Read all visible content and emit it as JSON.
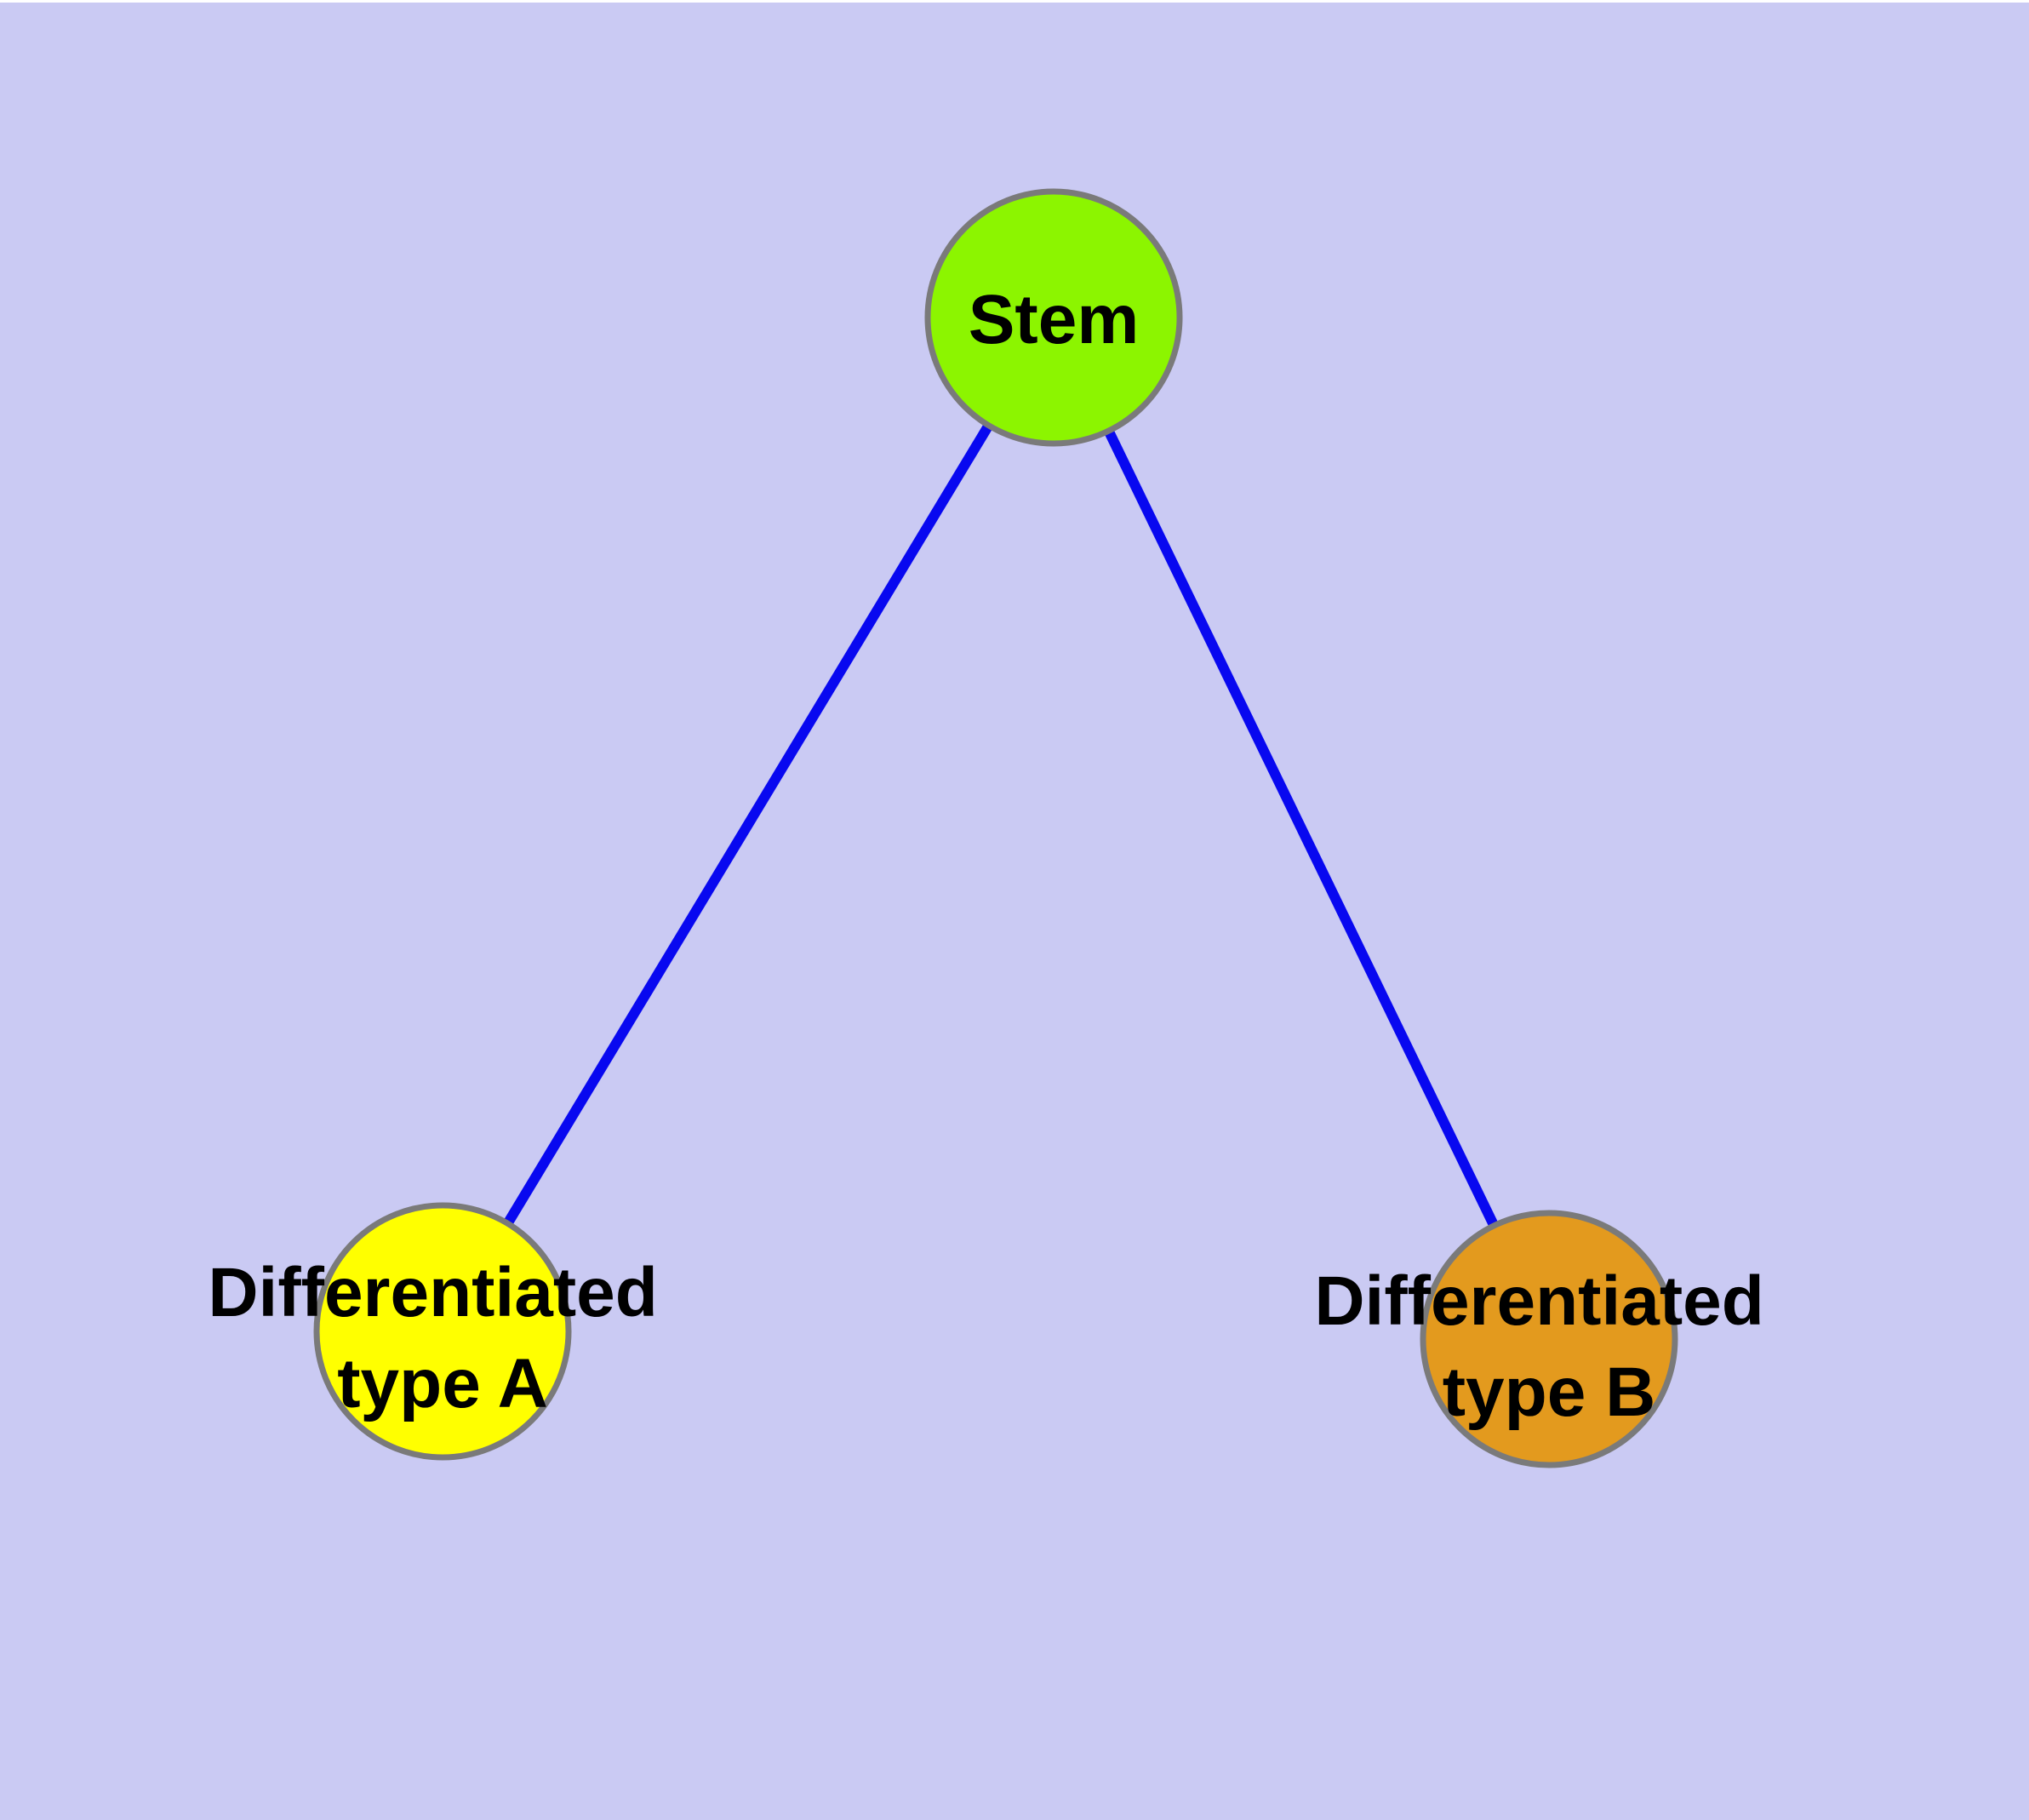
{
  "diagram": {
    "type": "node-link-graph",
    "background_color": "#CACAF3",
    "top_strip_color": "#FFFFFF",
    "label_color": "#000000",
    "node_border_color": "#7A7A7A",
    "edge": {
      "color": "#0808F0"
    },
    "nodes": {
      "stem": {
        "label": "Stem",
        "fill": "#8CF500"
      },
      "type_a": {
        "label": "Differentiated type A",
        "line1": "Differentiated",
        "line2": "type A",
        "fill": "#FFFF00"
      },
      "type_b": {
        "label": "Differentiated type B",
        "line1": "Differentiated",
        "line2": "type B",
        "fill": "#E39A1E"
      }
    },
    "edges_list": [
      {
        "source": "Stem",
        "target": "Differentiated type A"
      },
      {
        "source": "Stem",
        "target": "Differentiated type B"
      }
    ]
  }
}
